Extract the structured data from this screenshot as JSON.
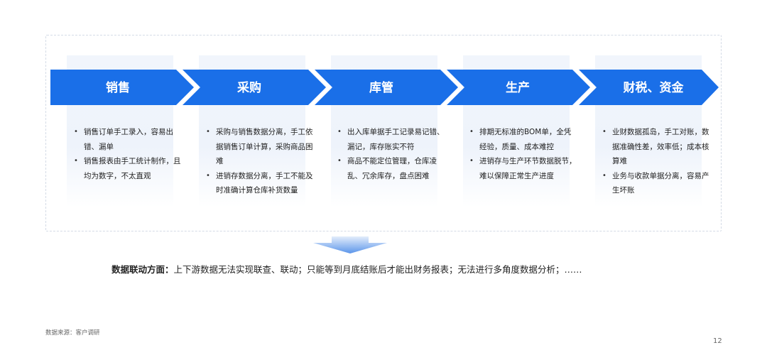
{
  "stages": [
    {
      "label": "销售",
      "points": [
        "销售订单手工录入，容易出错、漏单",
        "销售报表由手工统计制作，且均为数字，不太直观"
      ]
    },
    {
      "label": "采购",
      "points": [
        "采购与销售数据分离，手工依据销售订单计算，采购商品困难",
        "进销存数据分离，手工不能及时准确计算仓库补货数量"
      ]
    },
    {
      "label": "库管",
      "points": [
        "出入库单据手工记录易记错、漏记，库存账实不符",
        "商品不能定位管理，仓库凌乱、冗余库存，盘点困难"
      ]
    },
    {
      "label": "生产",
      "points": [
        "排期无标准的BOM单，全凭经验，质量、成本难控",
        "进销存与生产环节数据脱节，难以保障正常生产进度"
      ]
    },
    {
      "label": "财税、资金",
      "points": [
        "业财数据孤岛，手工对账，数据准确性差，效率低；成本核算难",
        "业务与收款单据分离，容易产生坏账"
      ]
    }
  ],
  "summary": {
    "label": "数据联动方面：",
    "text": "上下游数据无法实现联查、联动；只能等到月底结账后才能出财务报表；无法进行多角度数据分析；……"
  },
  "source": "数据来源：客户调研",
  "page_number": "12",
  "colors": {
    "chevron": "#1a6fe8",
    "arrow_light": "#cfe0f8"
  }
}
